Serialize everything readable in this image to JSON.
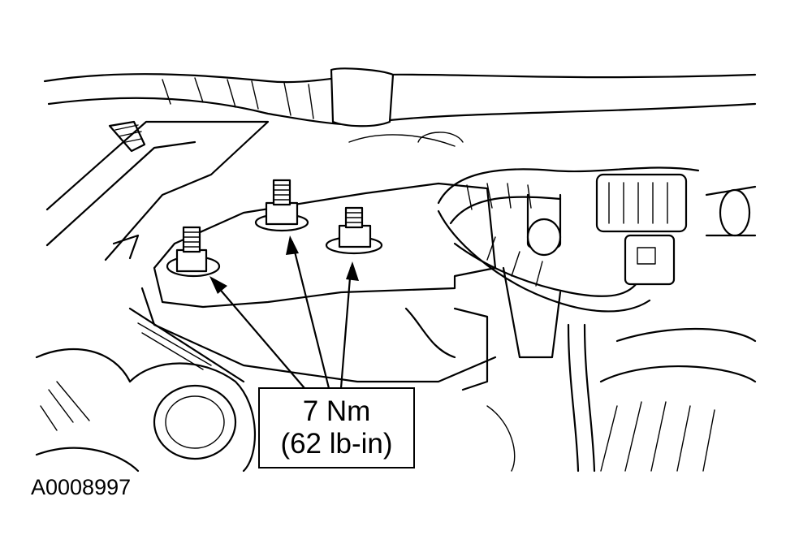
{
  "figure": {
    "id_label": "A0008997",
    "torque_callout": {
      "line1": "7 Nm",
      "line2": "(62 lb-in)"
    },
    "bolt_count": 3
  },
  "colors": {
    "line": "#000000",
    "background": "#ffffff"
  }
}
